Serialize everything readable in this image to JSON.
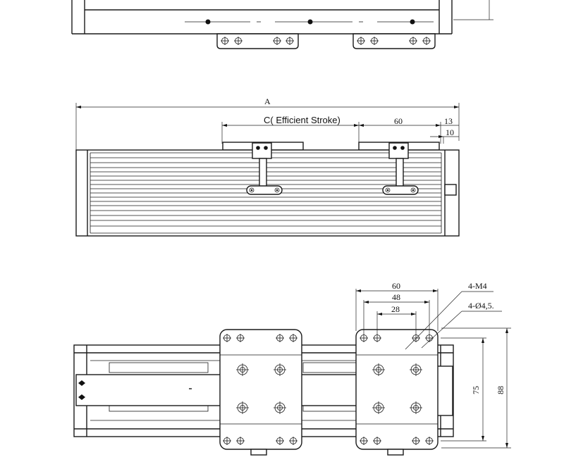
{
  "labels": {
    "overall_length": "A",
    "effective_stroke": "C( Efficient Stroke)",
    "carriage_pitch": "60",
    "end_offset": "13",
    "end_offset_small": "10",
    "bottom_width_60": "60",
    "bottom_width_48": "48",
    "bottom_width_28": "28",
    "thread_callout": "4-M4",
    "hole_callout": "4-Ø4,5.",
    "height_75": "75",
    "height_88": "88"
  }
}
